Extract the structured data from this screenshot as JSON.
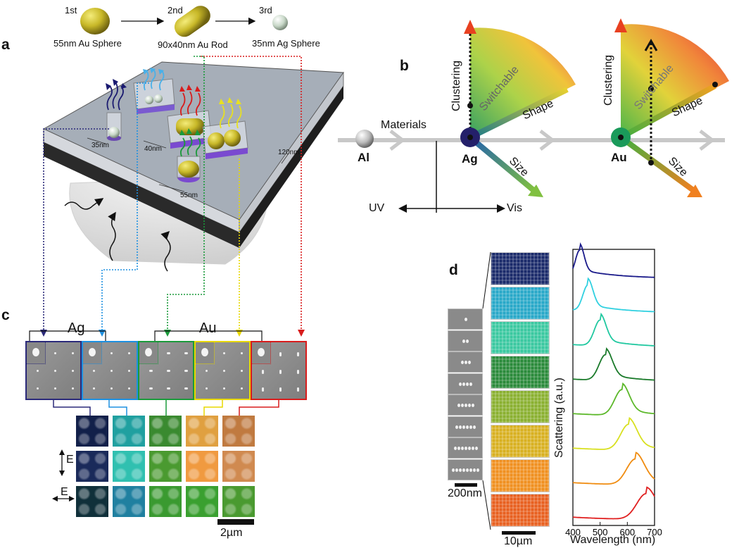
{
  "panel_letters": {
    "a": "a",
    "b": "b",
    "c": "c",
    "d": "d"
  },
  "panel_a": {
    "order": [
      "1st",
      "2nd",
      "3rd"
    ],
    "particles": [
      "55nm Au Sphere",
      "90x40nm Au Rod",
      "35nm Ag Sphere"
    ],
    "dims": {
      "d35": "35nm",
      "d40": "40nm",
      "d55": "55nm",
      "h120": "120nm"
    }
  },
  "panel_b": {
    "materials_label": "Materials",
    "uv": "UV",
    "vis": "Vis",
    "al": "Al",
    "ag": "Ag",
    "au": "Au",
    "clustering": "Clustering",
    "switchable": "Switchable",
    "shape": "Shape",
    "size": "Size"
  },
  "panel_c": {
    "ag_label": "Ag",
    "au_label": "Au",
    "e_label": "E",
    "scale": "2µm",
    "frame_colors": [
      "#2b2a7a",
      "#1e90e0",
      "#1a9a3a",
      "#e8d800",
      "#d81c1c"
    ]
  },
  "panel_d": {
    "scale_sem": "200nm",
    "scale_opt": "10µm",
    "ylabel": "Scattering (a.u.)",
    "xlabel": "Wavelength (nm)",
    "xticks": [
      "400",
      "500",
      "600",
      "700"
    ]
  },
  "chart_data": {
    "type": "line",
    "xlabel": "Wavelength (nm)",
    "ylabel": "Scattering (a.u.)",
    "xlim": [
      400,
      700
    ],
    "series": [
      {
        "color": "#1a1a8a",
        "peak": 425
      },
      {
        "color": "#30d0e0",
        "peak": 455
      },
      {
        "color": "#20c8a0",
        "peak": 500
      },
      {
        "color": "#1a7a2a",
        "peak": 520
      },
      {
        "color": "#5cb82a",
        "peak": 580
      },
      {
        "color": "#d8e020",
        "peak": 605
      },
      {
        "color": "#f08c10",
        "peak": 630
      },
      {
        "color": "#e02020",
        "peak": 670
      }
    ]
  }
}
